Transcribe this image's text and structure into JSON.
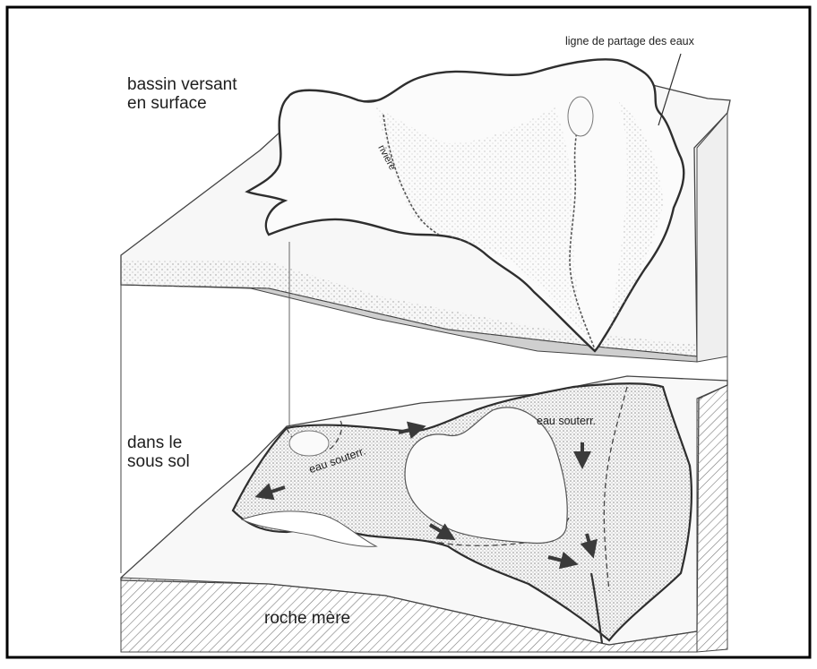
{
  "diagram": {
    "labels": {
      "surface_basin": "bassin versant\nen surface",
      "subsoil": "dans le\nsous sol",
      "watershed_divide": "ligne de partage des eaux",
      "river": "rivière",
      "groundwater_left": "eau souterr.",
      "groundwater_right": "eau souterr.",
      "bedrock": "roche mère"
    },
    "colors": {
      "border": "#000000",
      "outline": "#3a3a3a",
      "shading": "#bdbdbd",
      "hatch": "#8a8a8a",
      "background": "#ffffff"
    },
    "icons": [
      "flow-arrow-icon"
    ]
  }
}
